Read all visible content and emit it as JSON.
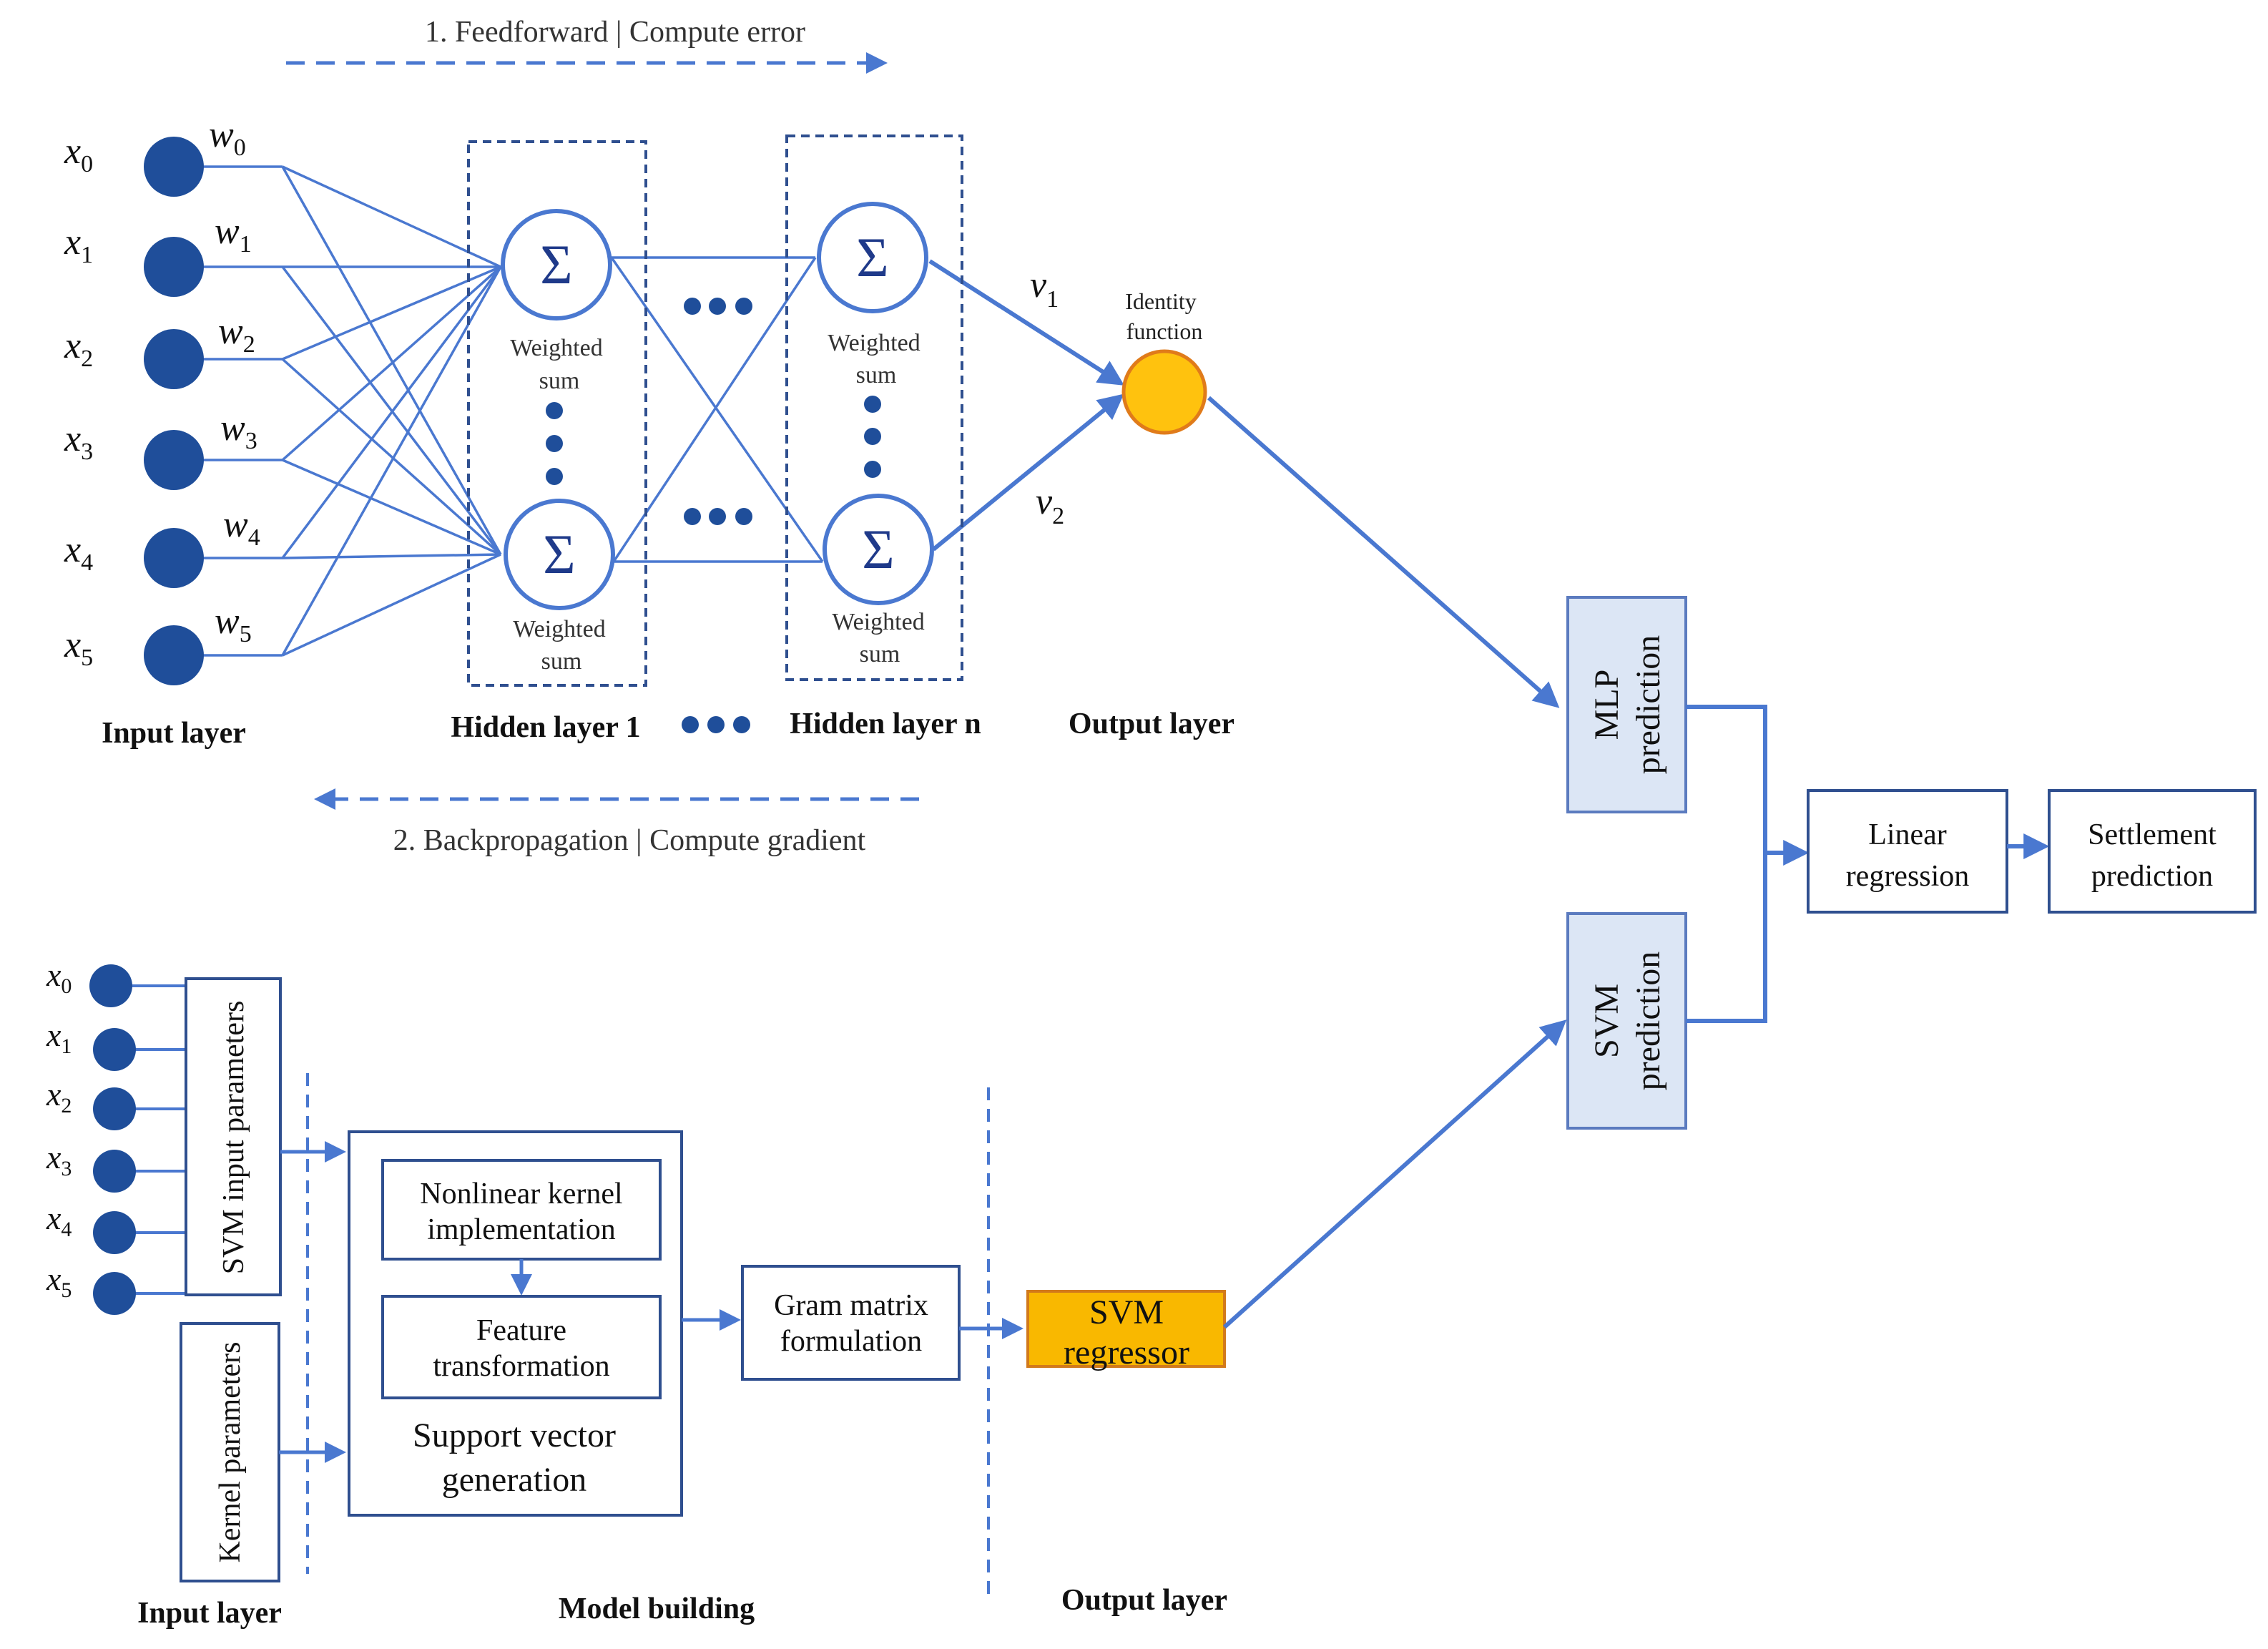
{
  "top": {
    "feedforward": "1. Feedforward | Compute error",
    "backprop": "2. Backpropagation | Compute gradient",
    "inputs": [
      {
        "x": "x",
        "sub": "0",
        "w": "w",
        "wsub": "0"
      },
      {
        "x": "x",
        "sub": "1",
        "w": "w",
        "wsub": "1"
      },
      {
        "x": "x",
        "sub": "2",
        "w": "w",
        "wsub": "2"
      },
      {
        "x": "x",
        "sub": "3",
        "w": "w",
        "wsub": "3"
      },
      {
        "x": "x",
        "sub": "4",
        "w": "w",
        "wsub": "4"
      },
      {
        "x": "x",
        "sub": "5",
        "w": "w",
        "wsub": "5"
      }
    ],
    "sigma": "Σ",
    "weighted": "Weighted",
    "sum": "sum",
    "v1": {
      "v": "v",
      "sub": "1"
    },
    "v2": {
      "v": "v",
      "sub": "2"
    },
    "identity_line1": "Identity",
    "identity_line2": "function",
    "input_layer": "Input layer",
    "hidden1": "Hidden layer 1",
    "hiddenn": "Hidden layer n",
    "output_layer": "Output layer"
  },
  "right": {
    "mlp_line1": "MLP",
    "mlp_line2": "prediction",
    "svm_line1": "SVM",
    "svm_line2": "prediction",
    "linreg_line1": "Linear",
    "linreg_line2": "regression",
    "settle_line1": "Settlement",
    "settle_line2": "prediction"
  },
  "bottom": {
    "inputs": [
      {
        "x": "x",
        "sub": "0"
      },
      {
        "x": "x",
        "sub": "1"
      },
      {
        "x": "x",
        "sub": "2"
      },
      {
        "x": "x",
        "sub": "3"
      },
      {
        "x": "x",
        "sub": "4"
      },
      {
        "x": "x",
        "sub": "5"
      }
    ],
    "svm_input_params": "SVM input parameters",
    "kernel_params": "Kernel parameters",
    "nonlinear_line1": "Nonlinear kernel",
    "nonlinear_line2": "implementation",
    "feature_line1": "Feature",
    "feature_line2": "transformation",
    "support_line1": "Support vector",
    "support_line2": "generation",
    "gram_line1": "Gram matrix",
    "gram_line2": "formulation",
    "svmreg_line1": "SVM",
    "svmreg_line2": "regressor",
    "input_layer": "Input layer",
    "model_building": "Model building",
    "output_layer": "Output layer"
  },
  "colors": {
    "line": "#4a78d0",
    "node": "#1f4e9a",
    "dashed_box": "#2f4f8f",
    "identity_fill": "#ffc20e",
    "identity_stroke": "#e07b1a",
    "pred_fill": "#dce6f5",
    "pred_stroke": "#5b7bbf",
    "box_stroke": "#2f4f8f",
    "svmreg_fill": "#f9b800",
    "svmreg_stroke": "#d27a1b"
  }
}
